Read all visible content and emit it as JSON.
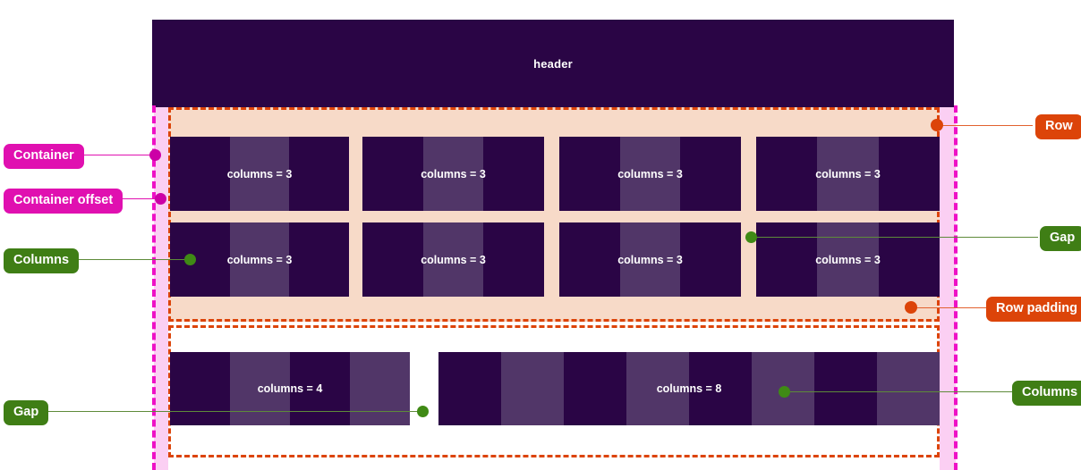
{
  "diagram": {
    "title": "Grid layout anatomy diagram",
    "colors": {
      "header_bg": "#2A0545",
      "column_dark": "#2A0545",
      "column_light": "#513668",
      "row_bg": "#F7DAC8",
      "row_border": "#DC4409",
      "container_band": "#FBCFF3",
      "container_outline": "#EE11C6",
      "badge_magenta": "#E010B0",
      "badge_orange": "#DC4409",
      "badge_green": "#3F7E15",
      "page_bg": "#FFFFFF",
      "text_on_dark": "#FFFFFF"
    }
  },
  "header": {
    "label": "header"
  },
  "grid": {
    "row_top": {
      "blocks": [
        {
          "label": "columns = 3",
          "stripes": 3
        },
        {
          "label": "columns = 3",
          "stripes": 3
        },
        {
          "label": "columns = 3",
          "stripes": 3
        },
        {
          "label": "columns = 3",
          "stripes": 3
        }
      ]
    },
    "row_middle": {
      "blocks": [
        {
          "label": "columns = 3",
          "stripes": 3
        },
        {
          "label": "columns = 3",
          "stripes": 3
        },
        {
          "label": "columns = 3",
          "stripes": 3
        },
        {
          "label": "columns = 3",
          "stripes": 3
        }
      ]
    },
    "row_bottom": {
      "blocks": [
        {
          "label": "columns = 4",
          "stripes": 4
        },
        {
          "label": "columns = 8",
          "stripes": 8
        }
      ]
    }
  },
  "annotations": {
    "container": {
      "label": "Container",
      "color": "#E010B0"
    },
    "container_offset": {
      "label": "Container offset",
      "color": "#E010B0"
    },
    "columns_left": {
      "label": "Columns",
      "color": "#3F7E15"
    },
    "gap_bottom_left": {
      "label": "Gap",
      "color": "#3F7E15"
    },
    "row": {
      "label": "Row",
      "color": "#DC4409"
    },
    "gap_right": {
      "label": "Gap",
      "color": "#3F7E15"
    },
    "row_padding": {
      "label": "Row padding",
      "color": "#DC4409"
    },
    "columns_right": {
      "label": "Columns",
      "color": "#3F7E15"
    }
  }
}
